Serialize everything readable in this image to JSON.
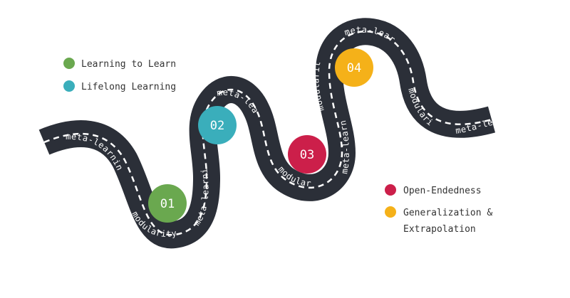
{
  "road_color": "#2b2f38",
  "dash_color": "#ffffff",
  "legend_left": [
    {
      "label": "Learning to Learn",
      "color": "#6aa84f"
    },
    {
      "label": "Lifelong Learning",
      "color": "#3aaebb"
    }
  ],
  "legend_right": [
    {
      "label": "Open-Endedness",
      "color": "#cc1f4a"
    },
    {
      "label_line1": "Generalization &",
      "label_line2": "Extrapolation",
      "color": "#f5b119"
    }
  ],
  "milestones": [
    {
      "label": "01",
      "color": "#6aa84f"
    },
    {
      "label": "02",
      "color": "#3aaebb"
    },
    {
      "label": "03",
      "color": "#cc1f4a"
    },
    {
      "label": "04",
      "color": "#f5b119"
    }
  ],
  "road_labels": {
    "meta_learning": "meta-learning",
    "modularity": "modularity"
  }
}
